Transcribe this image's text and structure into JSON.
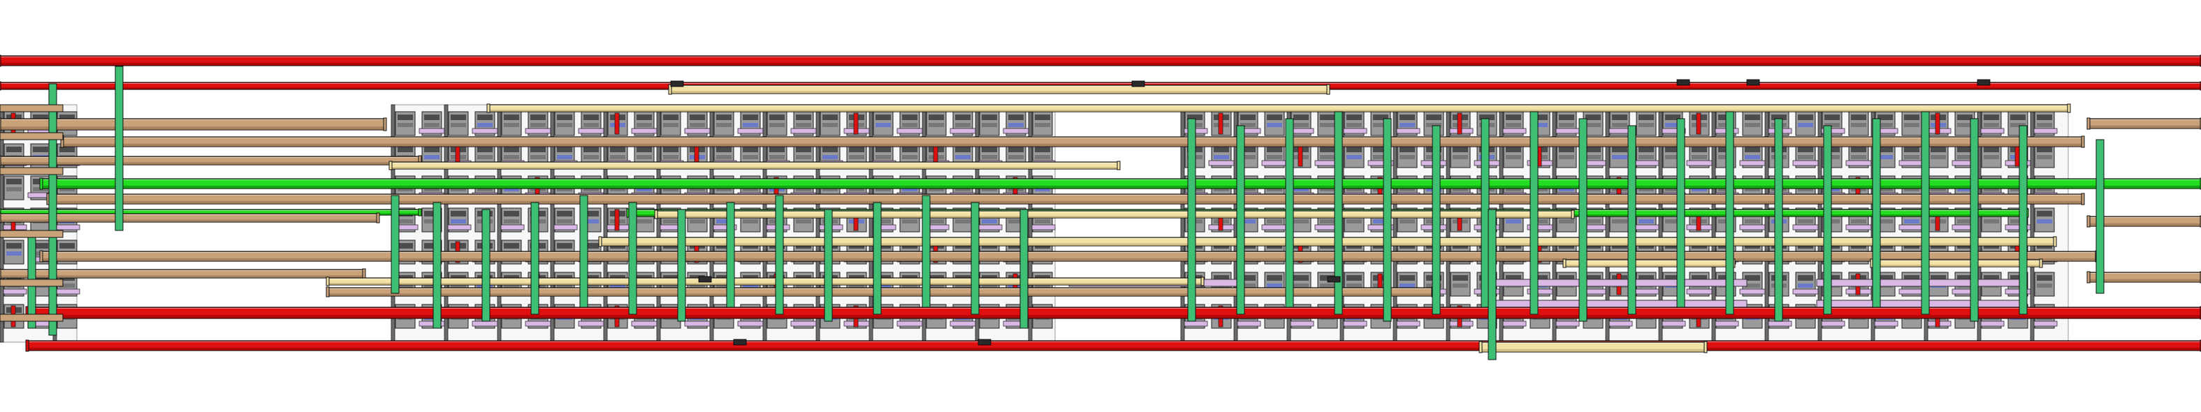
{
  "title": "",
  "colors": {
    "background": "#ffffff",
    "pipe_red": "#e01010",
    "pipe_red_dark": "#8a0000",
    "pipe_green": "#22dd22",
    "pipe_green_dark": "#0a7a0a",
    "pipe_tan": "#c9a27a",
    "pipe_cream": "#f2e2a6",
    "riser_green": "#3fbf73",
    "frame_gray": "#6b6b6b",
    "equipment_pink": "#d9b8e6",
    "equipment_blue": "#6a79c9",
    "outline": "#111111"
  },
  "groups": [
    {
      "name": "red-supply-pipes"
    },
    {
      "name": "green-pipes"
    },
    {
      "name": "tan-pipes"
    },
    {
      "name": "cream-pipes"
    },
    {
      "name": "vertical-risers"
    },
    {
      "name": "equipment-racks"
    }
  ]
}
